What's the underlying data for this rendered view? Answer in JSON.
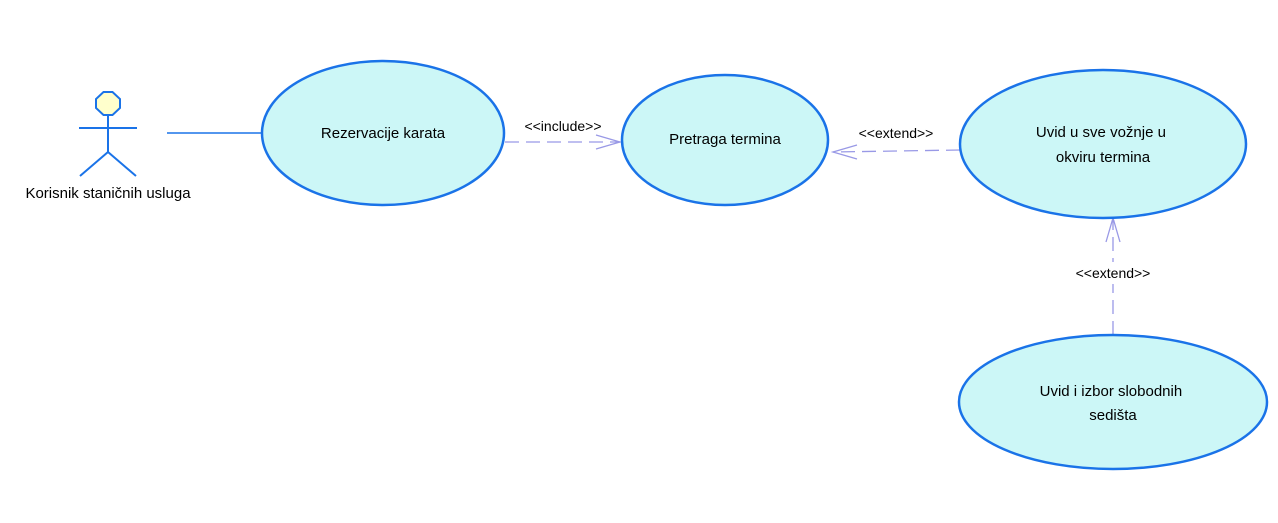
{
  "colors": {
    "ellipse_fill": "#ccf7f7",
    "ellipse_stroke": "#1a73e8",
    "actor_head_fill": "#ffffcc",
    "actor_stroke": "#1a73e8",
    "dependency_line": "#9999e6",
    "association_line": "#1a73e8"
  },
  "actor": {
    "icon": "stick-figure-icon",
    "label": "Korisnik staničnih usluga"
  },
  "use_cases": {
    "rezervacije": {
      "lines": [
        "Rezervacije karata"
      ]
    },
    "pretraga": {
      "lines": [
        "Pretraga termina"
      ]
    },
    "uvid_voznje": {
      "lines": [
        "Uvid u sve vožnje u",
        "okviru termina"
      ]
    },
    "uvid_sedista": {
      "lines": [
        "Uvid i izbor slobodnih",
        "sedišta"
      ]
    }
  },
  "relationships": {
    "include": {
      "label": "<<include>>"
    },
    "extend_voznje": {
      "label": "<<extend>>"
    },
    "extend_sedista": {
      "label": "<<extend>>"
    }
  }
}
